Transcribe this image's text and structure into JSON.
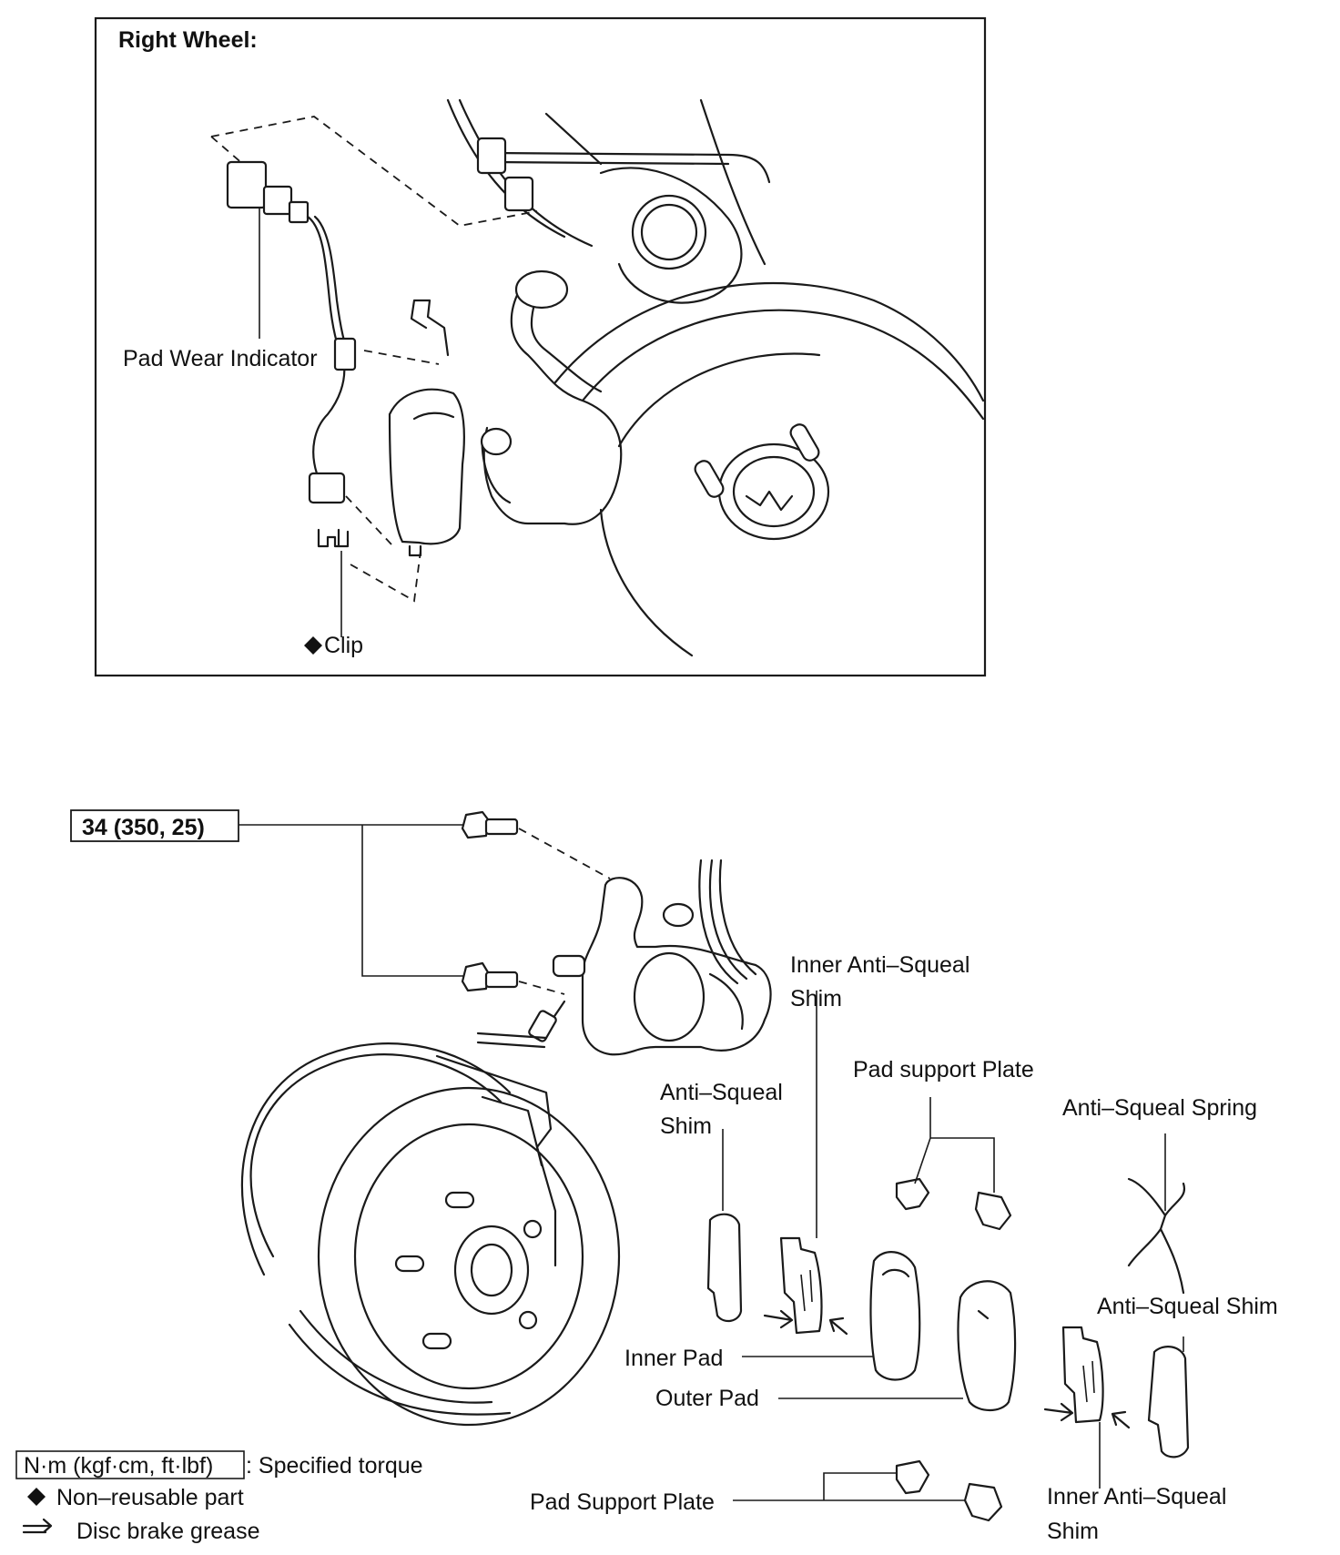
{
  "top_panel": {
    "title": "Right Wheel:",
    "labels": {
      "pad_wear_indicator": "Pad Wear Indicator",
      "clip": "Clip"
    }
  },
  "bottom_panel": {
    "torque_value": "34 (350, 25)",
    "labels": {
      "inner_anti_squeal_shim_top_l1": "Inner Anti–Squeal",
      "inner_anti_squeal_shim_top_l2": "Shim",
      "pad_support_plate_top": "Pad support Plate",
      "anti_squeal_spring": "Anti–Squeal Spring",
      "anti_squeal_shim_left_l1": "Anti–Squeal",
      "anti_squeal_shim_left_l2": "Shim",
      "anti_squeal_shim_right": "Anti–Squeal Shim",
      "inner_pad": "Inner Pad",
      "outer_pad": "Outer Pad",
      "pad_support_plate_bottom": "Pad Support Plate",
      "inner_anti_squeal_shim_bottom_l1": "Inner Anti–Squeal",
      "inner_anti_squeal_shim_bottom_l2": "Shim"
    }
  },
  "legend": {
    "torque_unit": "N·m (kgf·cm, ft·lbf)",
    "torque_desc": ": Specified torque",
    "non_reusable": "Non–reusable part",
    "grease": "Disc brake grease"
  }
}
